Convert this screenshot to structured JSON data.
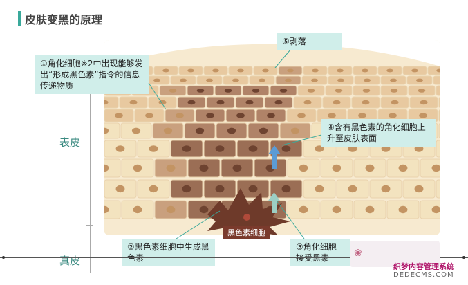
{
  "title": "皮肤变黑的原理",
  "layers": {
    "epidermis": "表皮",
    "dermis": "真皮"
  },
  "callouts": {
    "c1": "①角化细胞※2中出现能够发出“形成黑色素”指令的信息传递物质",
    "c2": "②黑色素细胞中生成黑色素",
    "c3": "③角化细胞接受黑素",
    "c4": "④含有黑色素的角化细胞上升至皮肤表面",
    "c5": "⑤剥落"
  },
  "melanocyte_label": "黑色素细胞",
  "watermark": {
    "line1": "织梦内容管理系统",
    "line2": "DEDECMS.COM"
  },
  "colors": {
    "teal_callout": "#d0eeea",
    "accent_teal": "#3aa99b",
    "cell_light": "#f3e3bf",
    "cell_dark": "#a07158",
    "melanocyte": "#6e3a2a",
    "arrow": "#5b9bd5"
  }
}
